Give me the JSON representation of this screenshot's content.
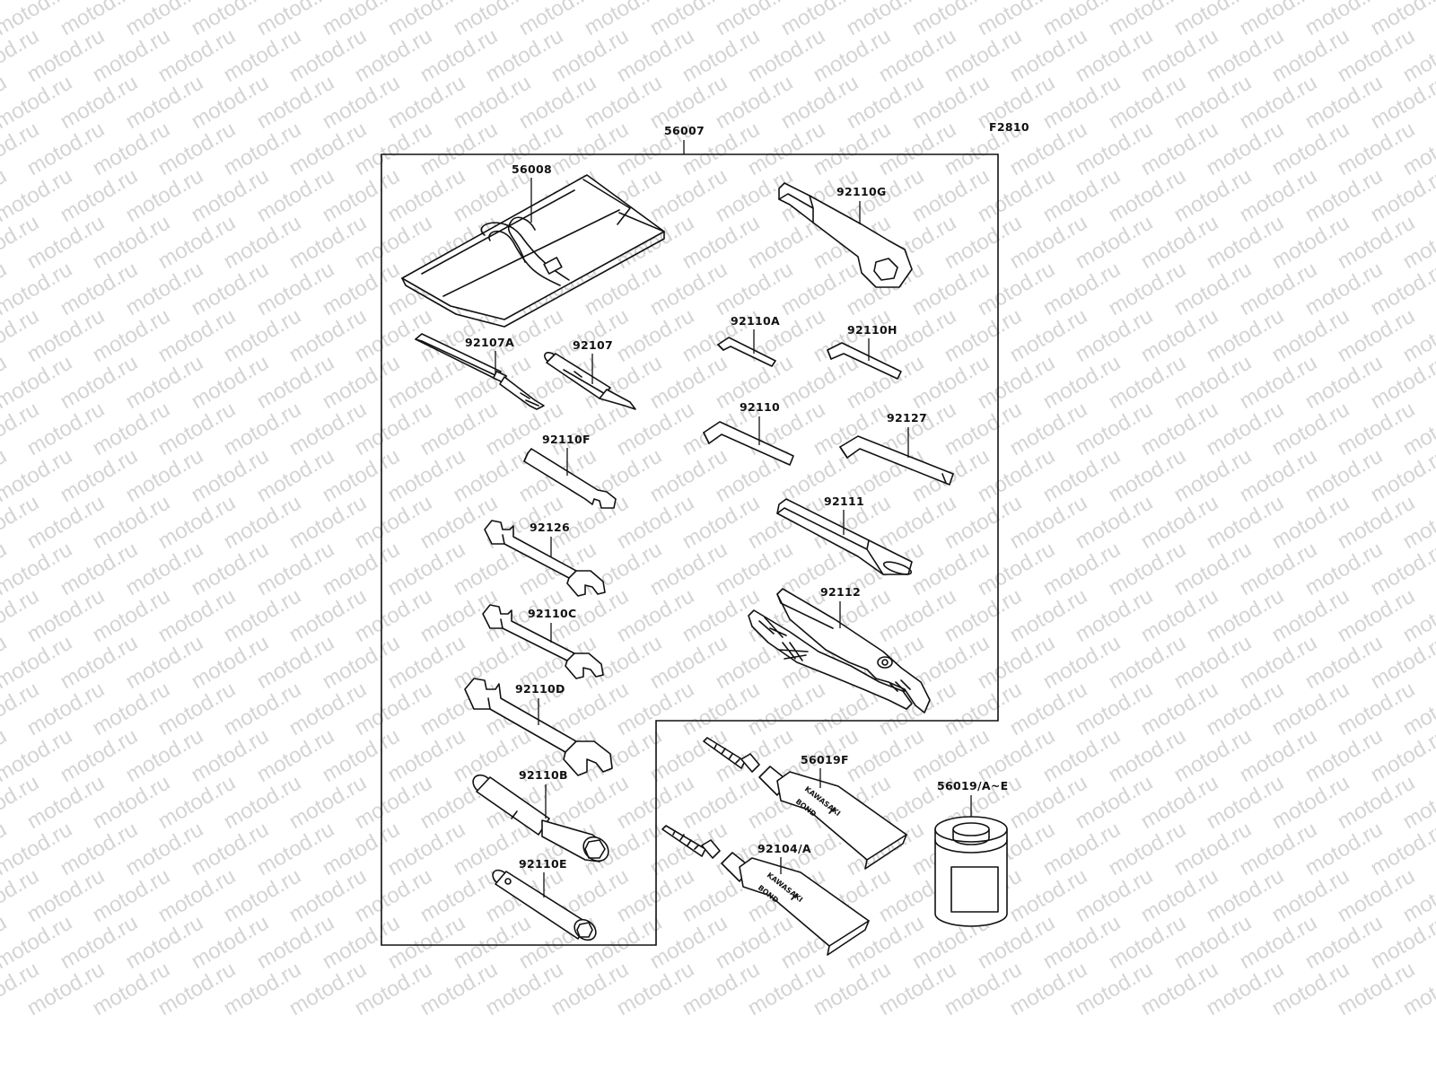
{
  "watermark": "motod.ru",
  "figure_code": "F2810",
  "kit_label": "56007",
  "parts": {
    "p56008": "56008",
    "p92107A": "92107A",
    "p92107": "92107",
    "p92110F": "92110F",
    "p92126": "92126",
    "p92110C": "92110C",
    "p92110D": "92110D",
    "p92110B": "92110B",
    "p92110E": "92110E",
    "p92110G": "92110G",
    "p92110A": "92110A",
    "p92110H": "92110H",
    "p92110": "92110",
    "p92127": "92127",
    "p92111": "92111",
    "p92112": "92112",
    "p56019F": "56019F",
    "p92104A": "92104/A",
    "p56019AE": "56019/A~E"
  },
  "tube_brand": [
    "KAWASAKI",
    "BOND"
  ]
}
